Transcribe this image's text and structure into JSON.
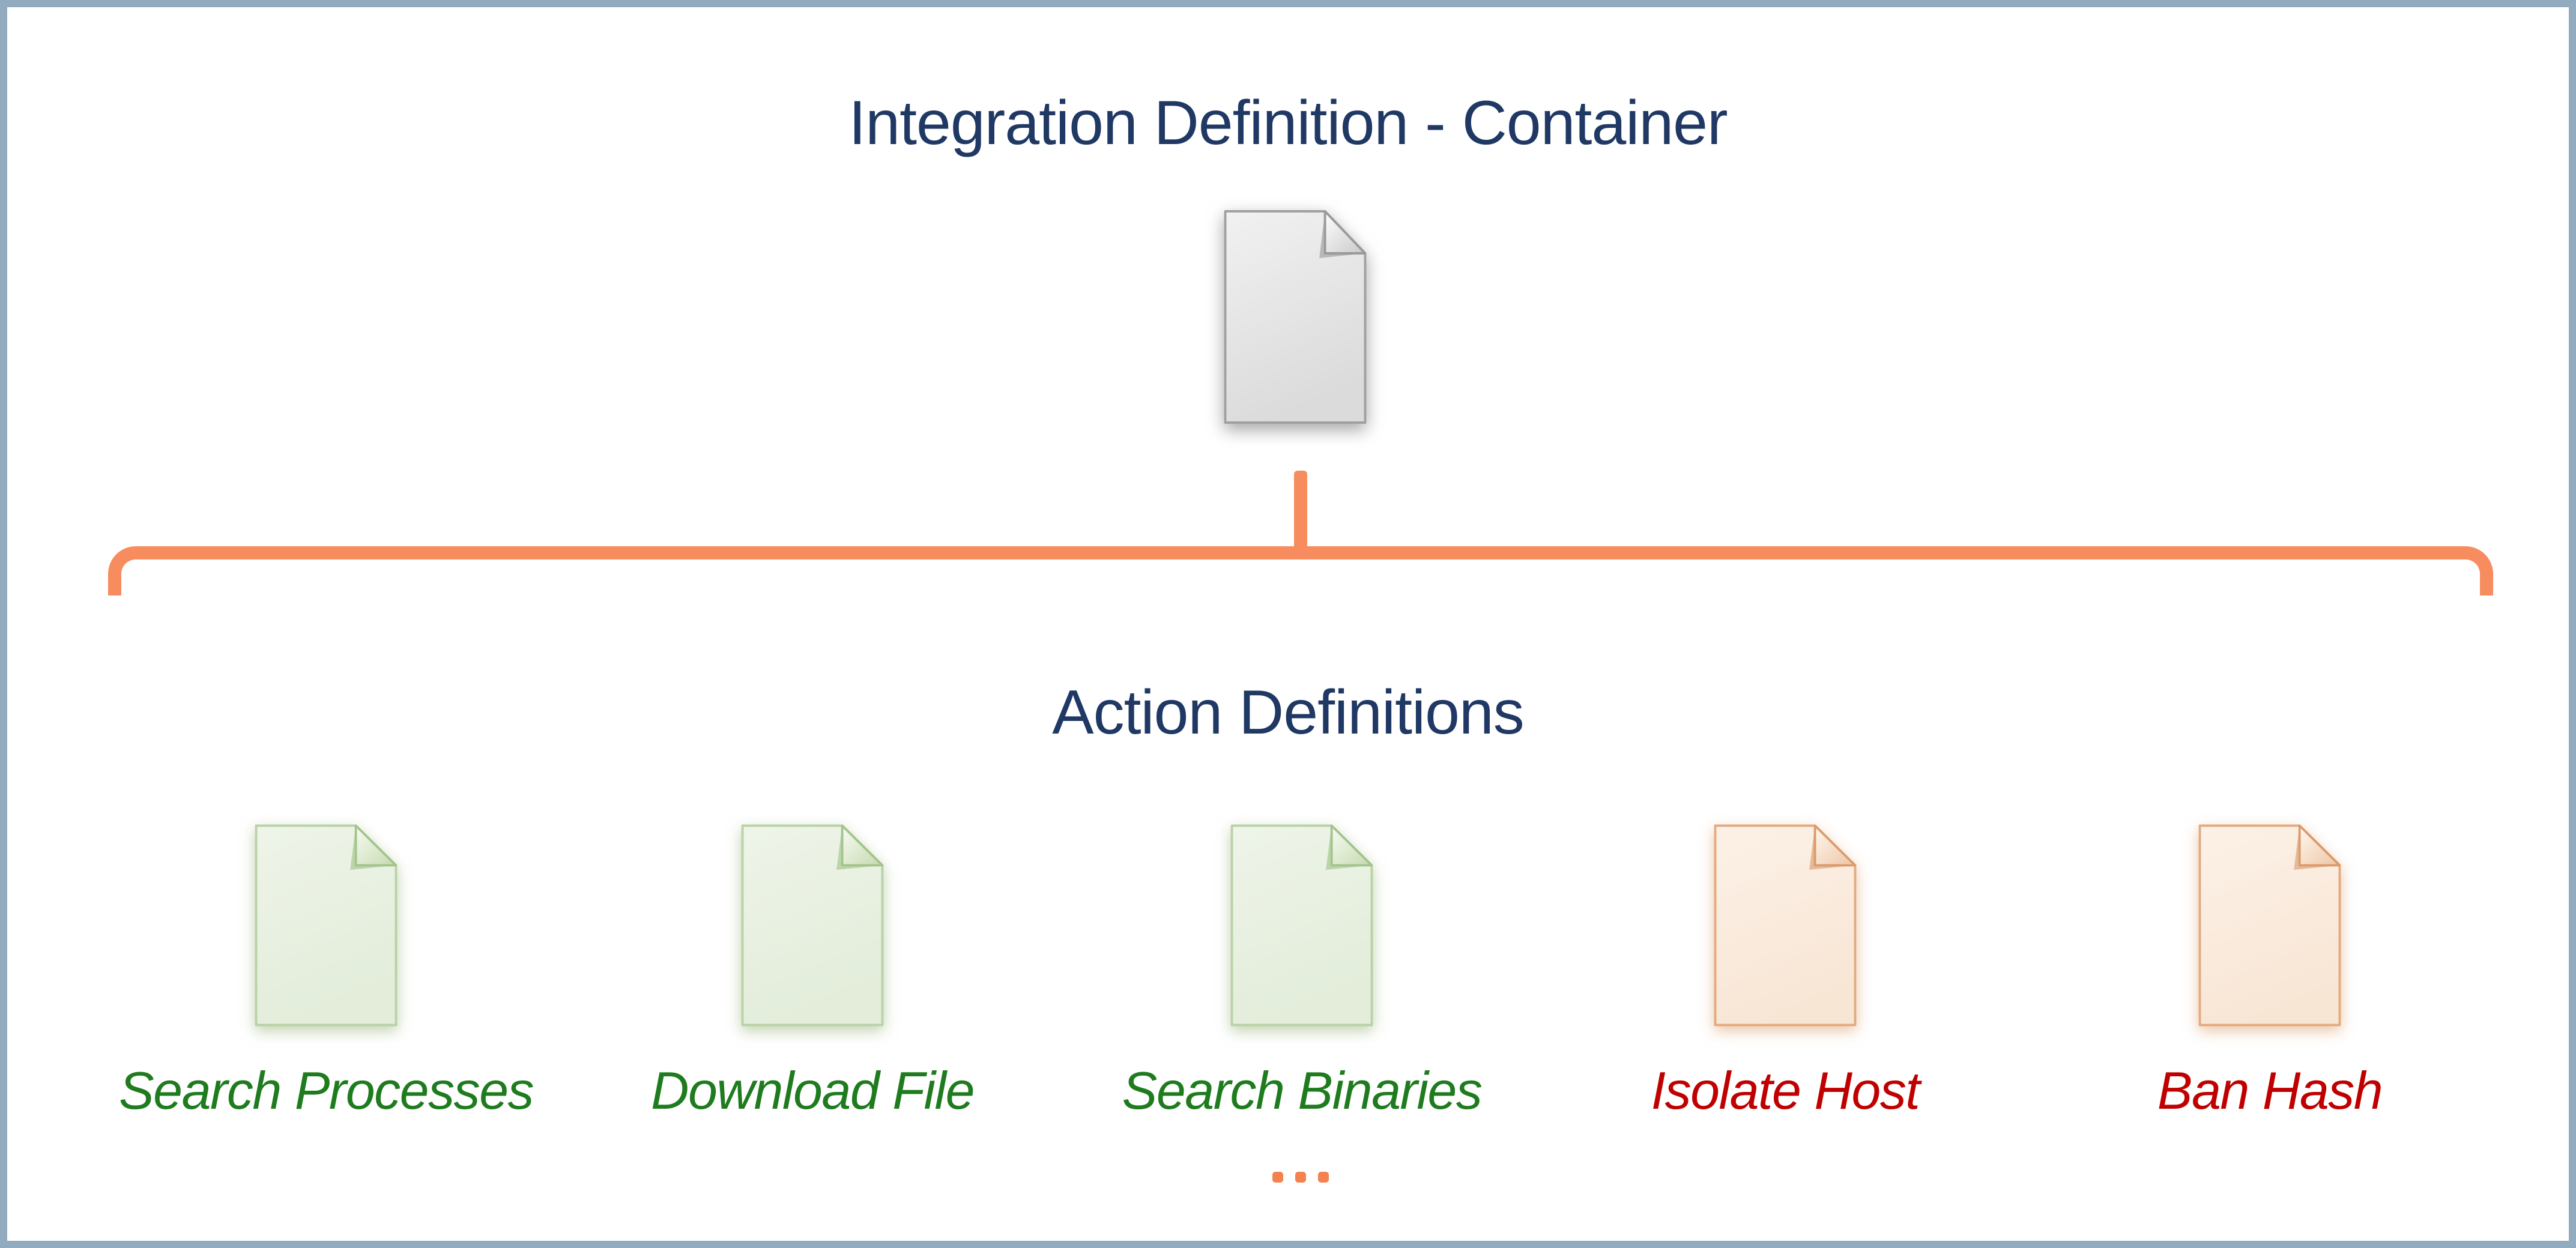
{
  "canvas": {
    "background": "#FFFFFF",
    "border_color": "#92ABBF"
  },
  "title": {
    "text": "Integration Definition - Container",
    "color": "#1F3864"
  },
  "container_doc": {
    "icon": "document-icon",
    "theme": "gray",
    "fill": "#E6E6E6",
    "edge": "#A0A0A0"
  },
  "connector": {
    "type": "bracket-with-stem",
    "color": "#F78C5F"
  },
  "section": {
    "heading": "Action Definitions",
    "color": "#1F3864"
  },
  "actions": [
    {
      "label": "Search Processes",
      "label_color": "#1E7B1E",
      "doc_theme": "green"
    },
    {
      "label": "Download File",
      "label_color": "#1E7B1E",
      "doc_theme": "green"
    },
    {
      "label": "Search Binaries",
      "label_color": "#1E7B1E",
      "doc_theme": "green"
    },
    {
      "label": "Isolate Host",
      "label_color": "#C00000",
      "doc_theme": "orange"
    },
    {
      "label": "Ban Hash",
      "label_color": "#C00000",
      "doc_theme": "orange"
    }
  ],
  "ellipsis": {
    "symbol": "...",
    "color": "#F4814F"
  }
}
